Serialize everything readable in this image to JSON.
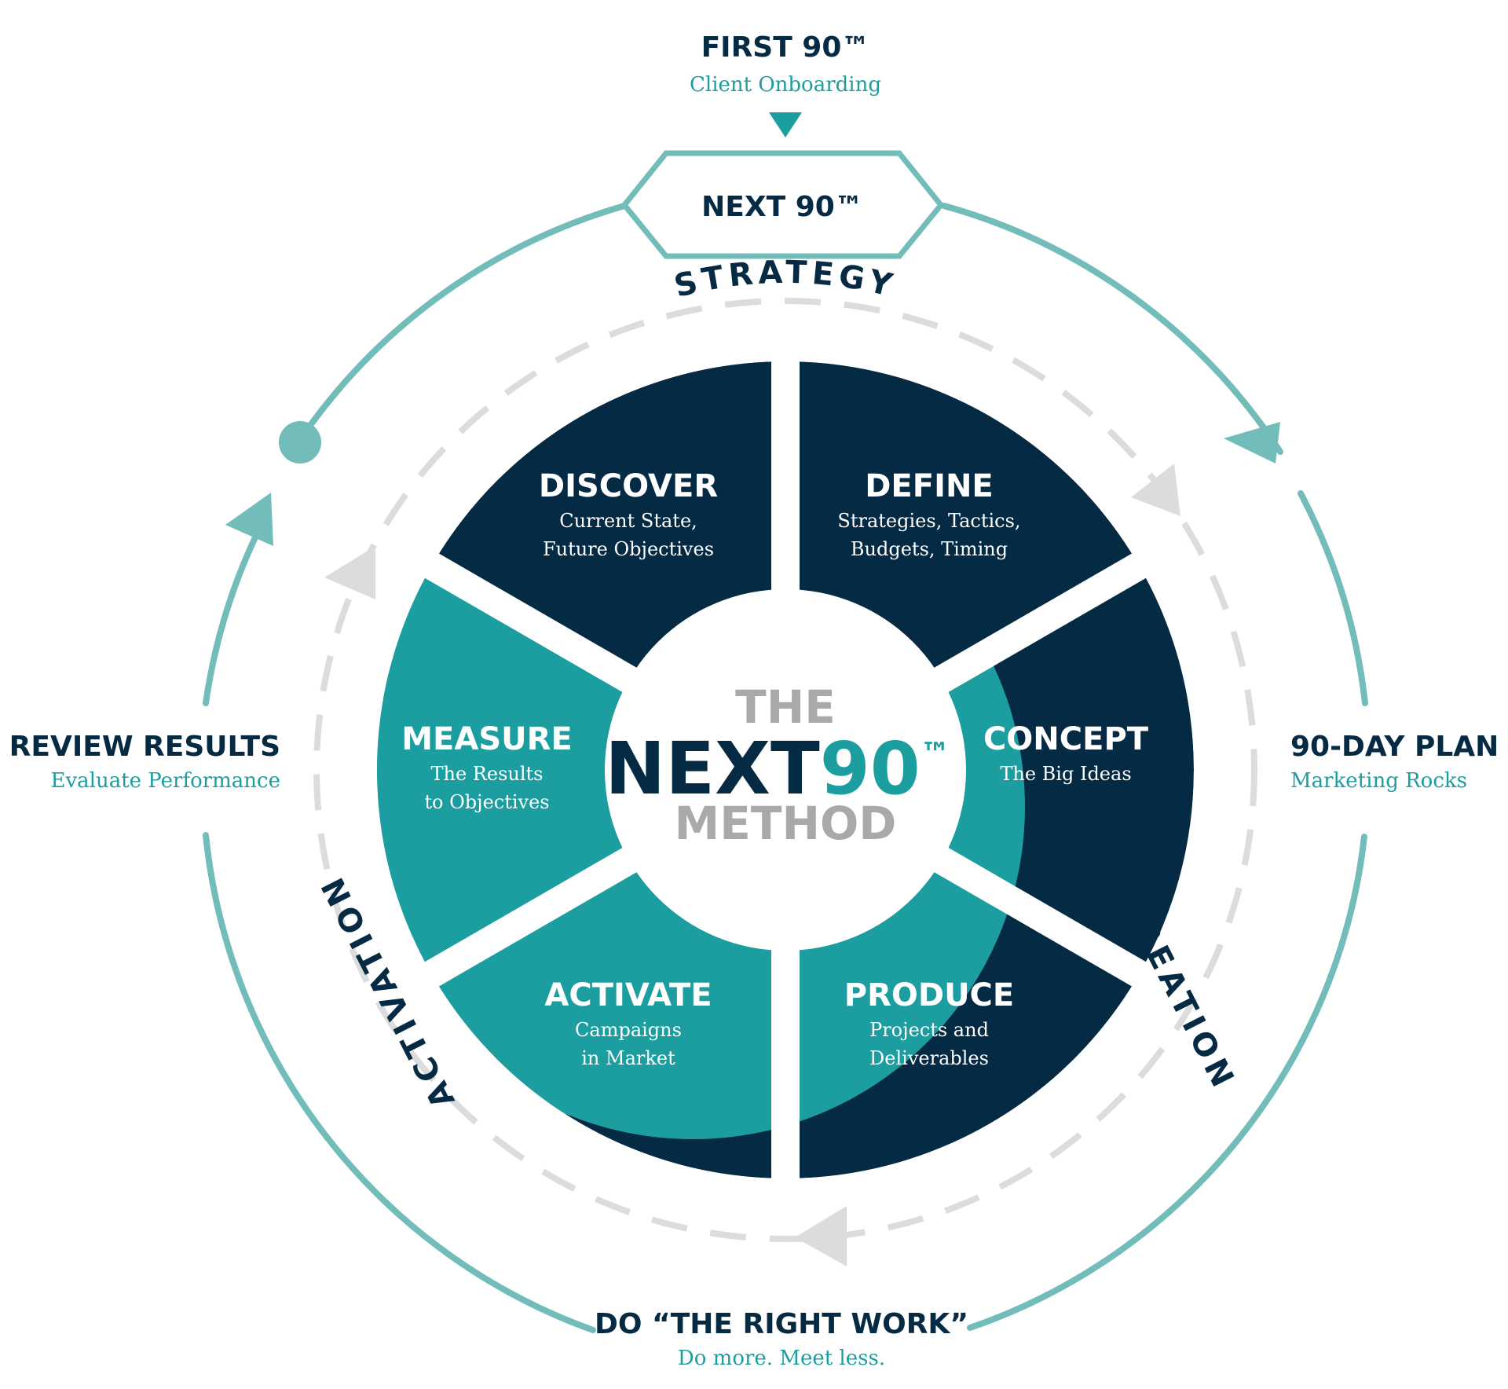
{
  "top": {
    "title": "FIRST 90™",
    "subtitle": "Client Onboarding"
  },
  "badge": {
    "label": "NEXT 90™"
  },
  "ring_labels": {
    "strategy": "STRATEGY",
    "creation": "CREATION",
    "activation": "ACTIVATION"
  },
  "left": {
    "title": "REVIEW RESULTS",
    "subtitle": "Evaluate Performance"
  },
  "right": {
    "title": "90-DAY PLAN",
    "subtitle": "Marketing Rocks"
  },
  "bottom": {
    "title": "DO “THE RIGHT WORK”",
    "subtitle": "Do more. Meet less."
  },
  "center": {
    "line1": "THE",
    "line2a": "NEXT",
    "line2b": "90",
    "tm": "™",
    "line3": "METHOD"
  },
  "segments": {
    "discover": {
      "title": "DISCOVER",
      "line1": "Current State,",
      "line2": "Future Objectives"
    },
    "define": {
      "title": "DEFINE",
      "line1": "Strategies, Tactics,",
      "line2": "Budgets, Timing"
    },
    "concept": {
      "title": "CONCEPT",
      "line1": "The Big Ideas"
    },
    "produce": {
      "title": "PRODUCE",
      "line1": "Projects and",
      "line2": "Deliverables"
    },
    "activate": {
      "title": "ACTIVATE",
      "line1": "Campaigns",
      "line2": "in Market"
    },
    "measure": {
      "title": "MEASURE",
      "line1": "The Results",
      "line2": "to Objectives"
    }
  },
  "colors": {
    "navy": "#052a43",
    "teal": "#1c9ea0",
    "ring": "#72bcba",
    "dash": "#dcdcdc",
    "grey": "#a9a9a9"
  }
}
